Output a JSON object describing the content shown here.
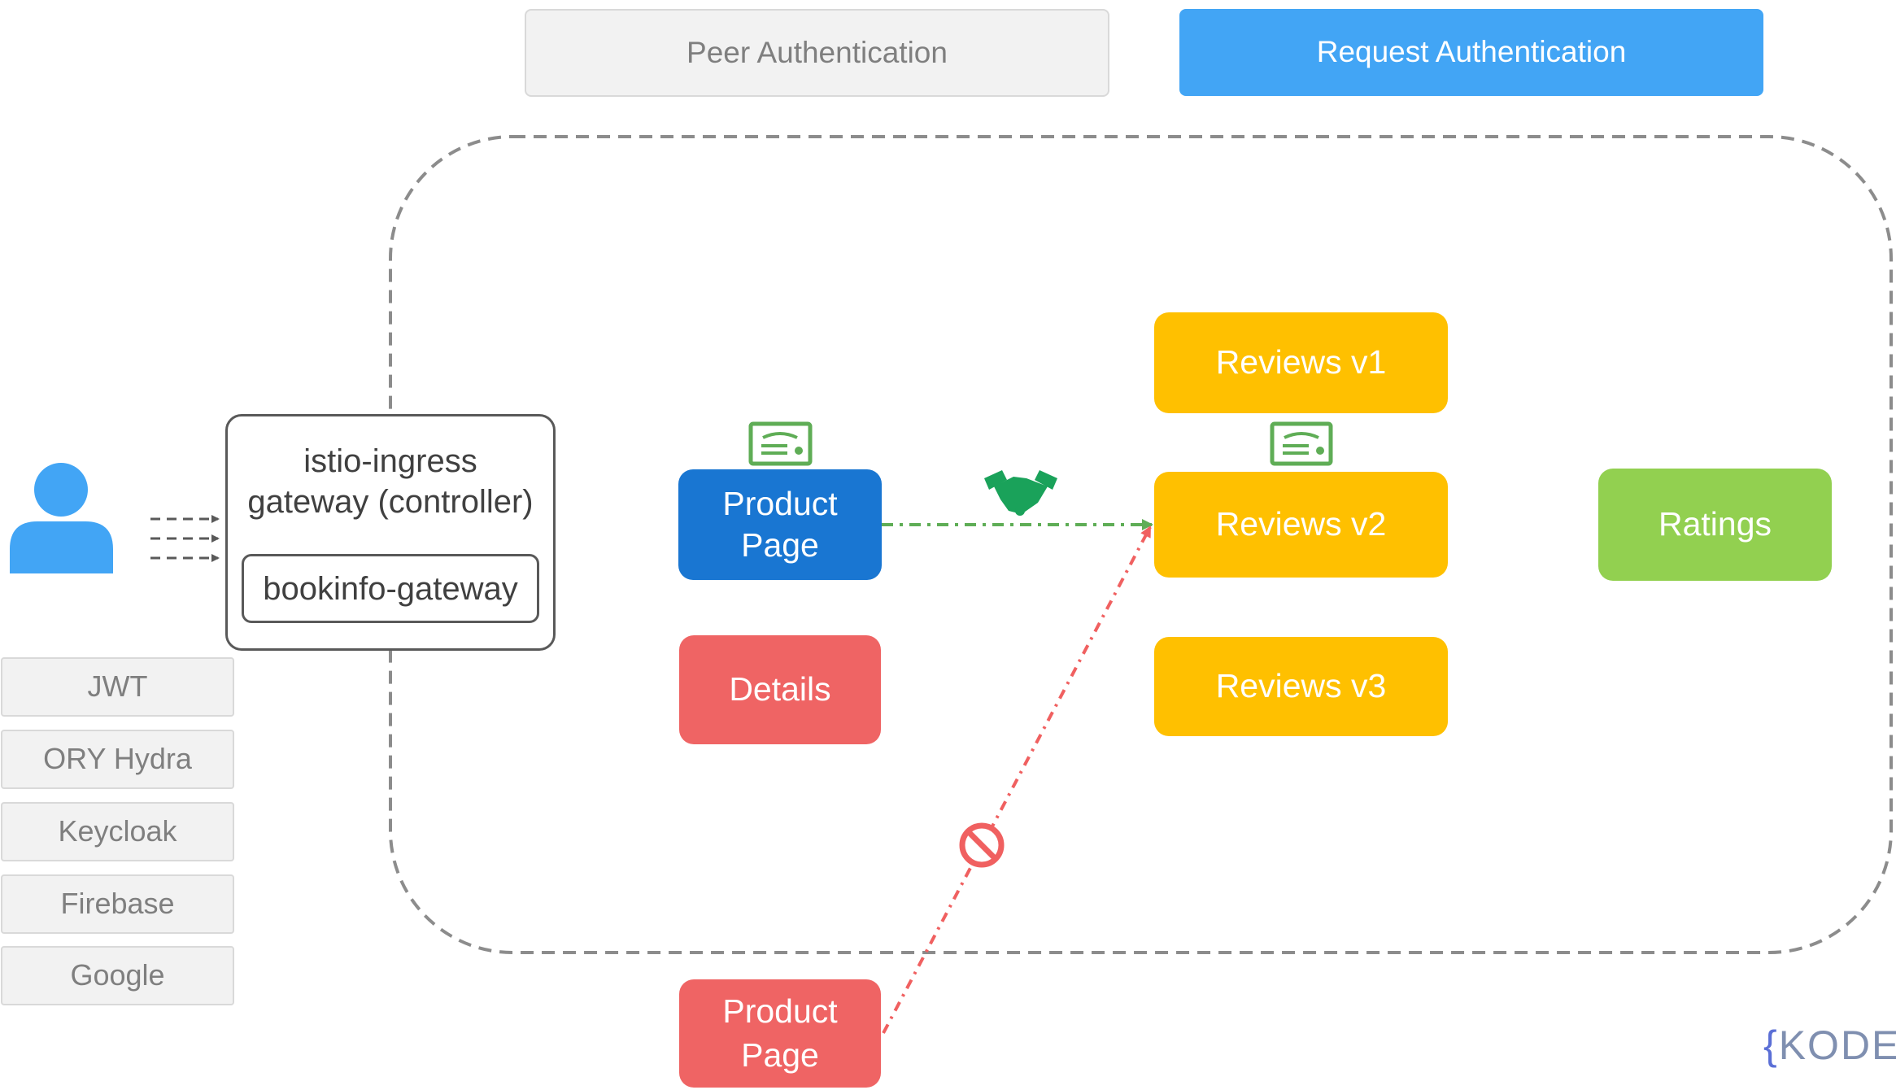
{
  "tabs": {
    "peer_authentication": "Peer Authentication",
    "request_authentication": "Request Authentication"
  },
  "gateway": {
    "title_line1": "istio-ingress",
    "title_line2": "gateway (controller)",
    "inner_label": "bookinfo-gateway"
  },
  "services": {
    "product_page_line1": "Product",
    "product_page_line2": "Page",
    "details": "Details",
    "reviews_v1": "Reviews v1",
    "reviews_v2": "Reviews v2",
    "reviews_v3": "Reviews v3",
    "ratings": "Ratings",
    "external_product_page_line1": "Product",
    "external_product_page_line2": "Page"
  },
  "providers": [
    "JWT",
    "ORY Hydra",
    "Keycloak",
    "Firebase",
    "Google"
  ],
  "logo": "KODE",
  "icons": {
    "user": "user-icon",
    "certificate": "certificate-icon",
    "handshake": "handshake-icon",
    "denied": "no-entry-icon"
  },
  "colors": {
    "peer_tab": "#f2f2f2",
    "request_tab": "#42a5f5",
    "reviews": "#ffc000",
    "product_page": "#1976d2",
    "details": "#ef6464",
    "ratings": "#92d050",
    "external_product_page": "#ef6464",
    "allowed_flow": "#5fad56",
    "denied_flow": "#f06060"
  }
}
